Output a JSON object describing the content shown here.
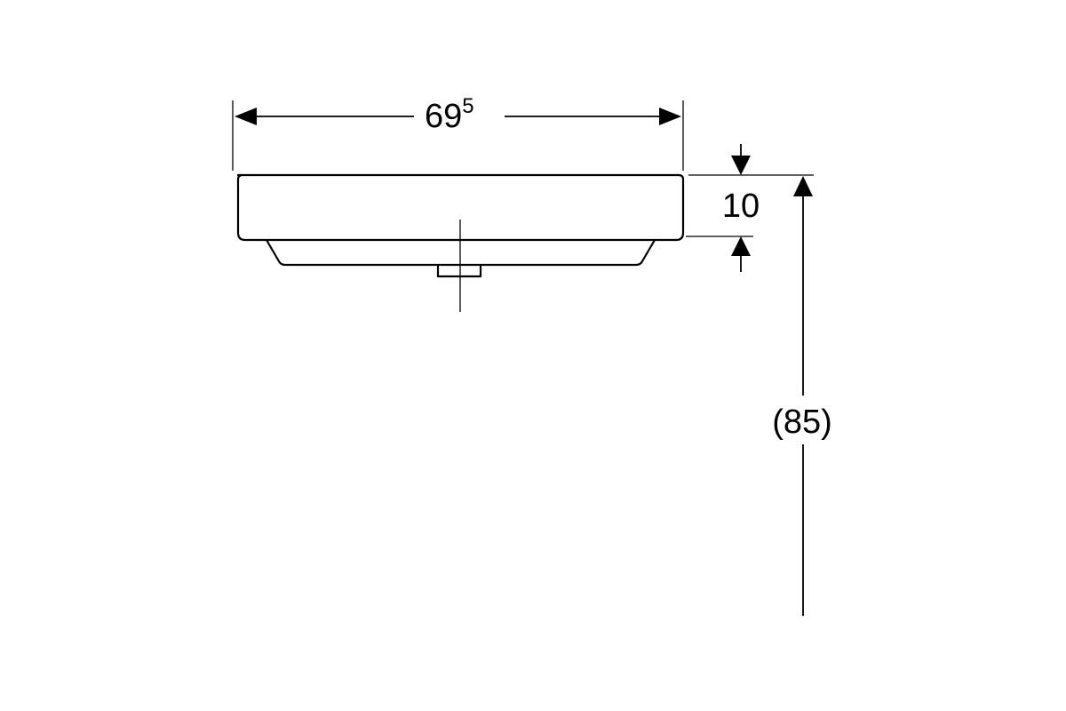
{
  "dimensions": {
    "width": {
      "main": "69",
      "superscript": "5"
    },
    "rim_height": "10",
    "mount_height": "(85)"
  },
  "colors": {
    "line": "#000000",
    "background": "#ffffff"
  }
}
